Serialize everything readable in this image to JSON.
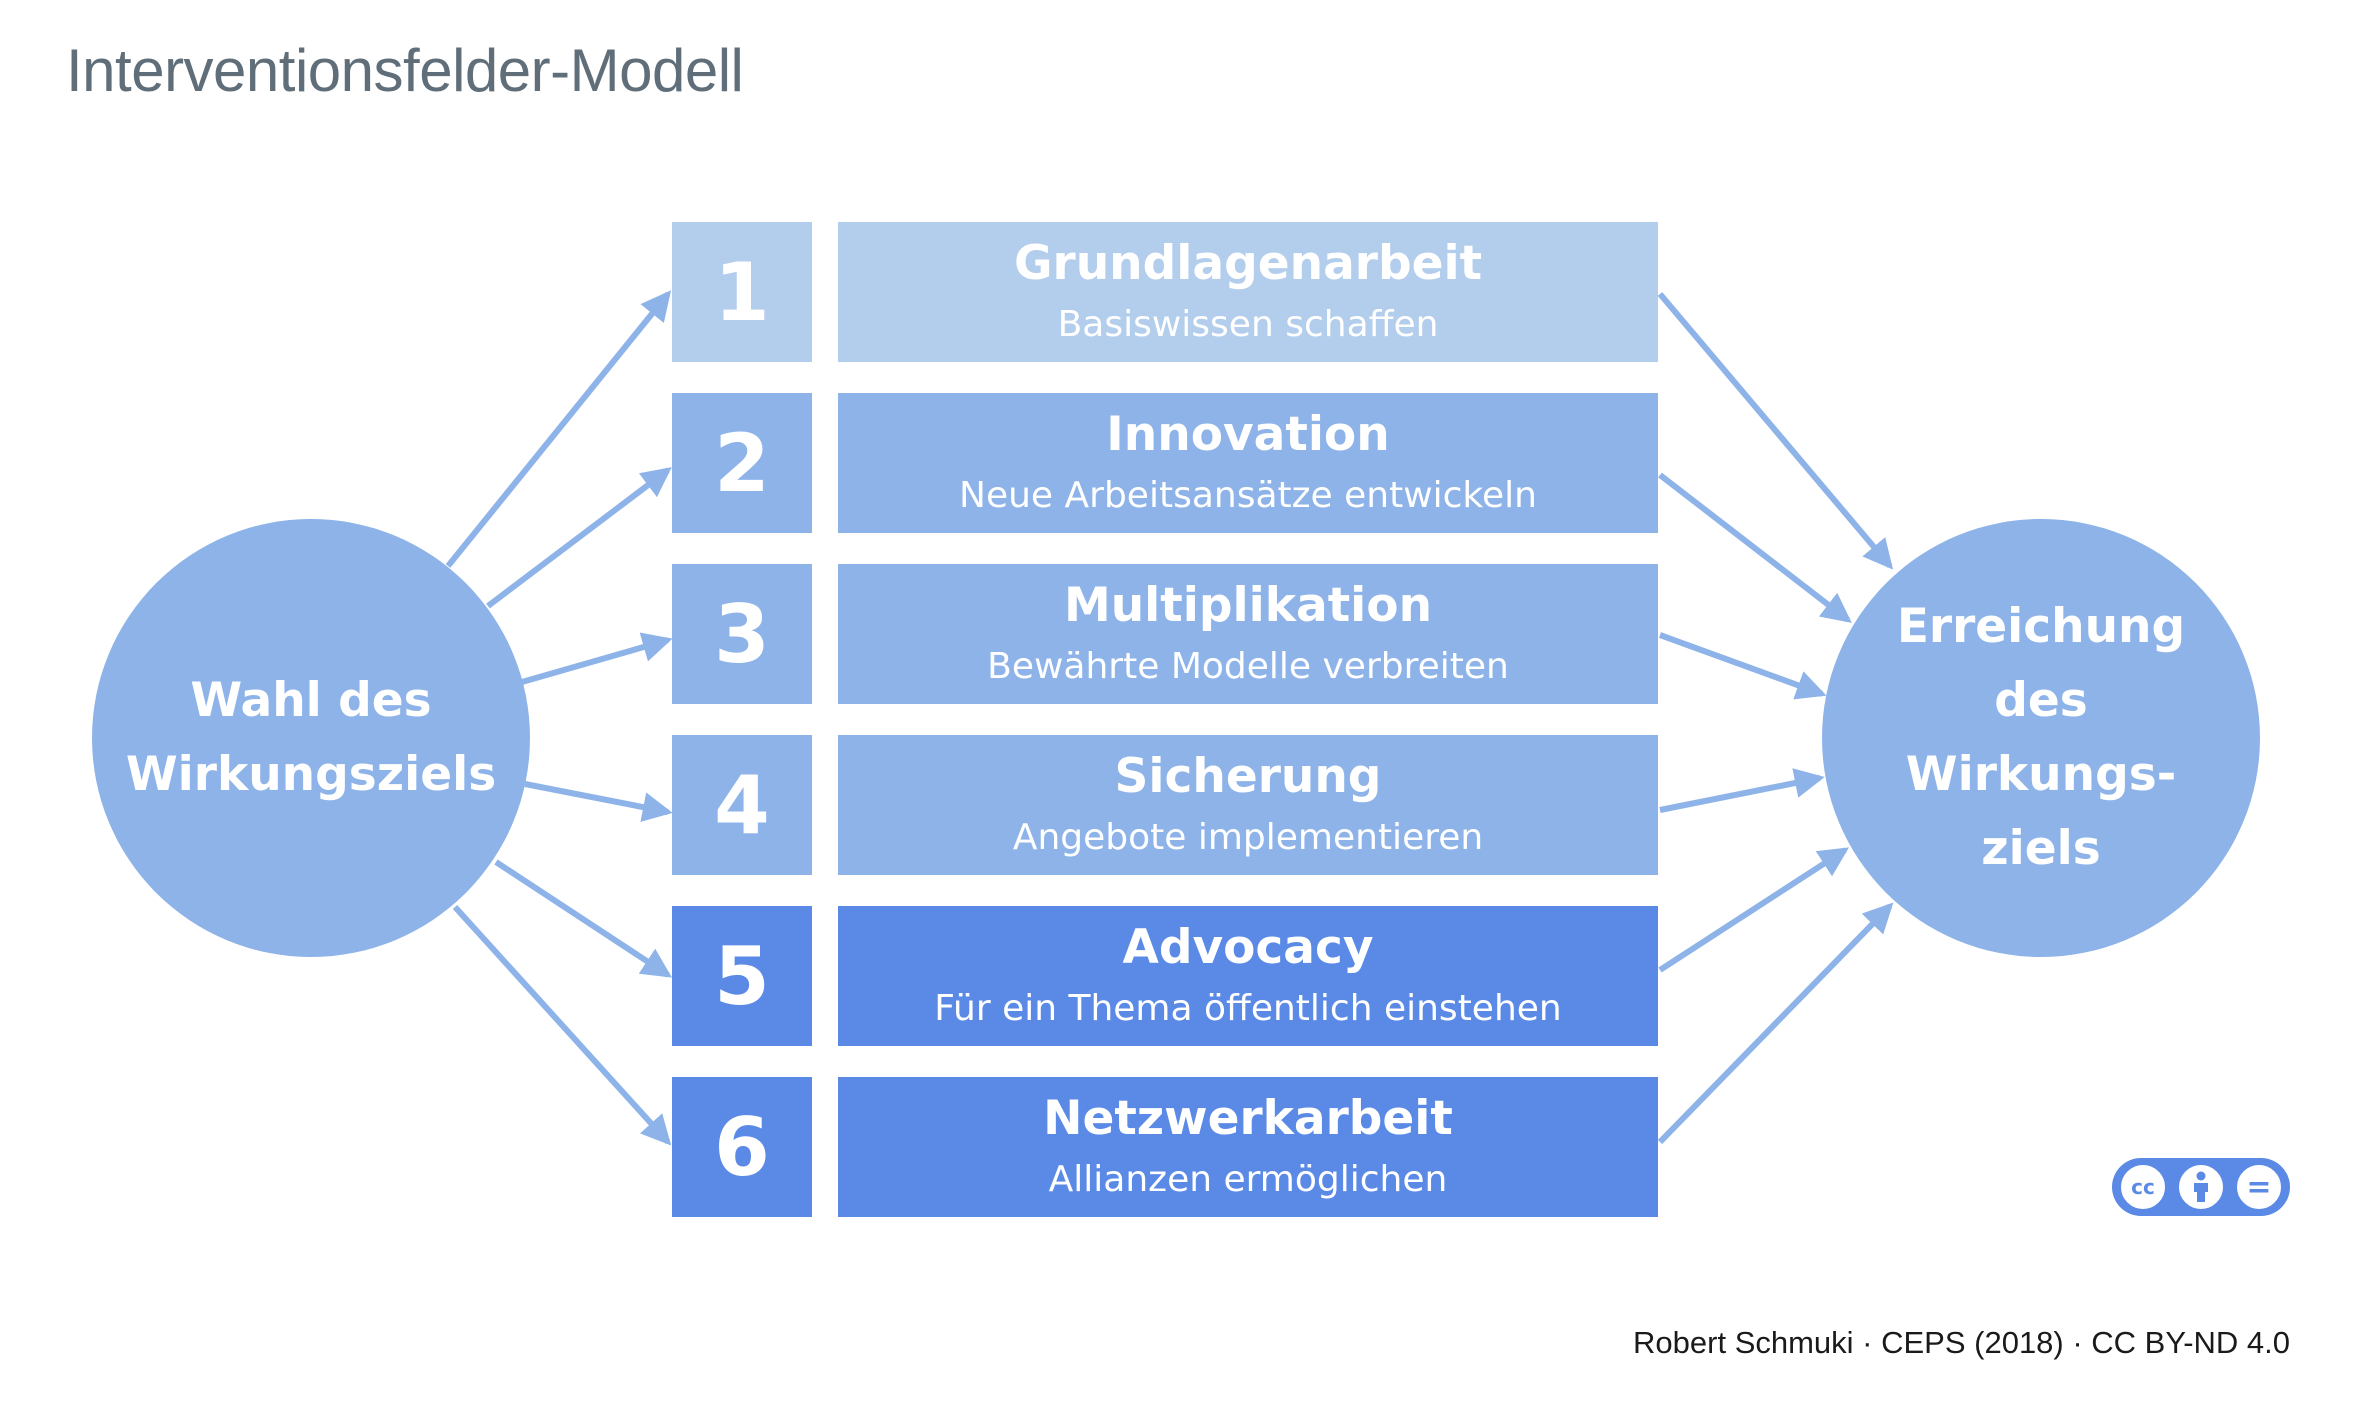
{
  "title": "Interventionsfelder-Modell",
  "left_circle": {
    "label": "Wahl des\nWirkungsziels"
  },
  "right_circle": {
    "label": "Erreichung\ndes\nWirkungs-\nziels"
  },
  "fields": [
    {
      "number": "1",
      "title": "Grundlagenarbeit",
      "subtitle": "Basiswissen schaffen",
      "color": "#b3cdec"
    },
    {
      "number": "2",
      "title": "Innovation",
      "subtitle": "Neue Arbeitsansätze entwickeln",
      "color": "#8db3e8"
    },
    {
      "number": "3",
      "title": "Multiplikation",
      "subtitle": "Bewährte Modelle verbreiten",
      "color": "#8db3e8"
    },
    {
      "number": "4",
      "title": "Sicherung",
      "subtitle": "Angebote implementieren",
      "color": "#8db3e8"
    },
    {
      "number": "5",
      "title": "Advocacy",
      "subtitle": "Für ein Thema öffentlich einstehen",
      "color": "#5b8ae6"
    },
    {
      "number": "6",
      "title": "Netzwerkarbeit",
      "subtitle": "Allianzen ermöglichen",
      "color": "#5b8ae6"
    }
  ],
  "license_badge": {
    "icons": [
      "cc-icon",
      "by-person-icon",
      "nd-equals-icon"
    ],
    "cc_text": "cc",
    "nd_text": "="
  },
  "credit": "Robert Schmuki · CEPS (2018) · CC BY-ND 4.0",
  "colors": {
    "arrow": "#8db3e8",
    "circle": "#8db3e8",
    "title": "#5f6e79"
  }
}
